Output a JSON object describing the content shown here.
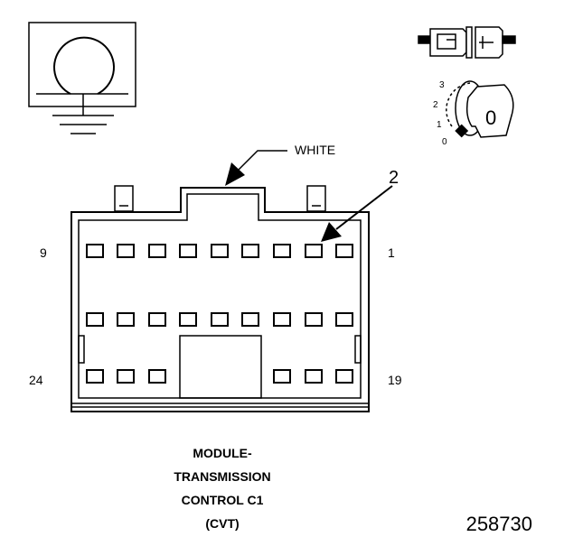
{
  "callouts": {
    "wire_color": "WHITE",
    "item_number": "2"
  },
  "pin_labels": {
    "top_left": "9",
    "top_right": "1",
    "bottom_left": "24",
    "bottom_right": "19"
  },
  "ignition_positions": [
    "3",
    "2",
    "1",
    "0"
  ],
  "key_label": "0",
  "caption": {
    "line1": "MODULE-",
    "line2": "TRANSMISSION",
    "line3": "CONTROL C1",
    "line4": "(CVT)"
  },
  "figure_number": "258730",
  "icons": {
    "ground_symbol": "ground-icon",
    "connector_symbol": "connector-icon",
    "ignition_symbol": "ignition-key-icon"
  },
  "colors": {
    "line": "#000000",
    "background": "#ffffff"
  }
}
